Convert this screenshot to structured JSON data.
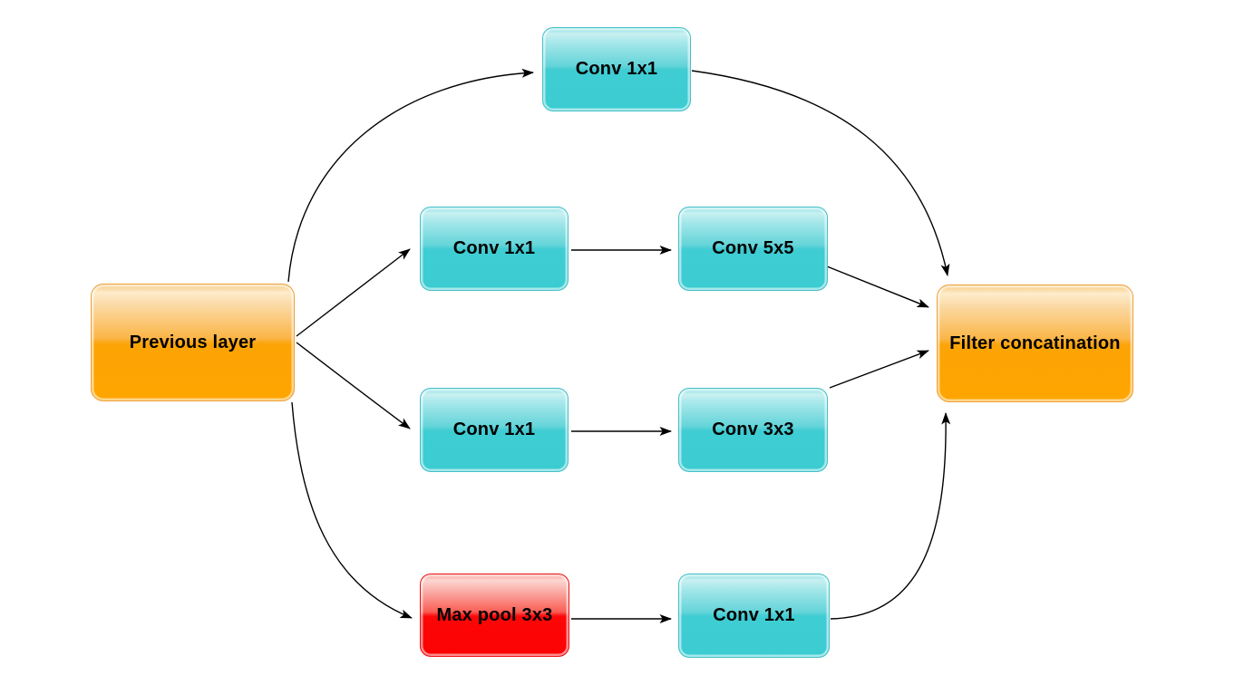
{
  "diagram": {
    "type": "network-architecture-flowchart",
    "background": "#ffffff",
    "colors": {
      "cyan_fill": "#3ecdd3",
      "cyan_border": "#45c0c7",
      "orange_fill": "#ffa500",
      "orange_border": "#eca03c",
      "red_fill": "#fc0204",
      "red_border": "#ea1515",
      "arrow": "#000000",
      "label_text": "#000000"
    },
    "nodes": [
      {
        "id": "previous-layer",
        "label": "Previous layer",
        "color": "orange"
      },
      {
        "id": "conv1x1-top",
        "label": "Conv 1x1",
        "color": "cyan"
      },
      {
        "id": "conv1x1-branch2",
        "label": "Conv 1x1",
        "color": "cyan"
      },
      {
        "id": "conv5x5",
        "label": "Conv 5x5",
        "color": "cyan"
      },
      {
        "id": "conv1x1-branch3",
        "label": "Conv 1x1",
        "color": "cyan"
      },
      {
        "id": "conv3x3",
        "label": "Conv 3x3",
        "color": "cyan"
      },
      {
        "id": "maxpool3x3",
        "label": "Max pool 3x3",
        "color": "red"
      },
      {
        "id": "conv1x1-bottom",
        "label": "Conv 1x1",
        "color": "cyan"
      },
      {
        "id": "filter-concat",
        "label": "Filter concatination",
        "color": "orange"
      }
    ],
    "edges": [
      {
        "from": "previous-layer",
        "to": "conv1x1-top"
      },
      {
        "from": "previous-layer",
        "to": "conv1x1-branch2"
      },
      {
        "from": "previous-layer",
        "to": "conv1x1-branch3"
      },
      {
        "from": "previous-layer",
        "to": "maxpool3x3"
      },
      {
        "from": "conv1x1-branch2",
        "to": "conv5x5"
      },
      {
        "from": "conv1x1-branch3",
        "to": "conv3x3"
      },
      {
        "from": "maxpool3x3",
        "to": "conv1x1-bottom"
      },
      {
        "from": "conv1x1-top",
        "to": "filter-concat"
      },
      {
        "from": "conv5x5",
        "to": "filter-concat"
      },
      {
        "from": "conv3x3",
        "to": "filter-concat"
      },
      {
        "from": "conv1x1-bottom",
        "to": "filter-concat"
      }
    ]
  }
}
